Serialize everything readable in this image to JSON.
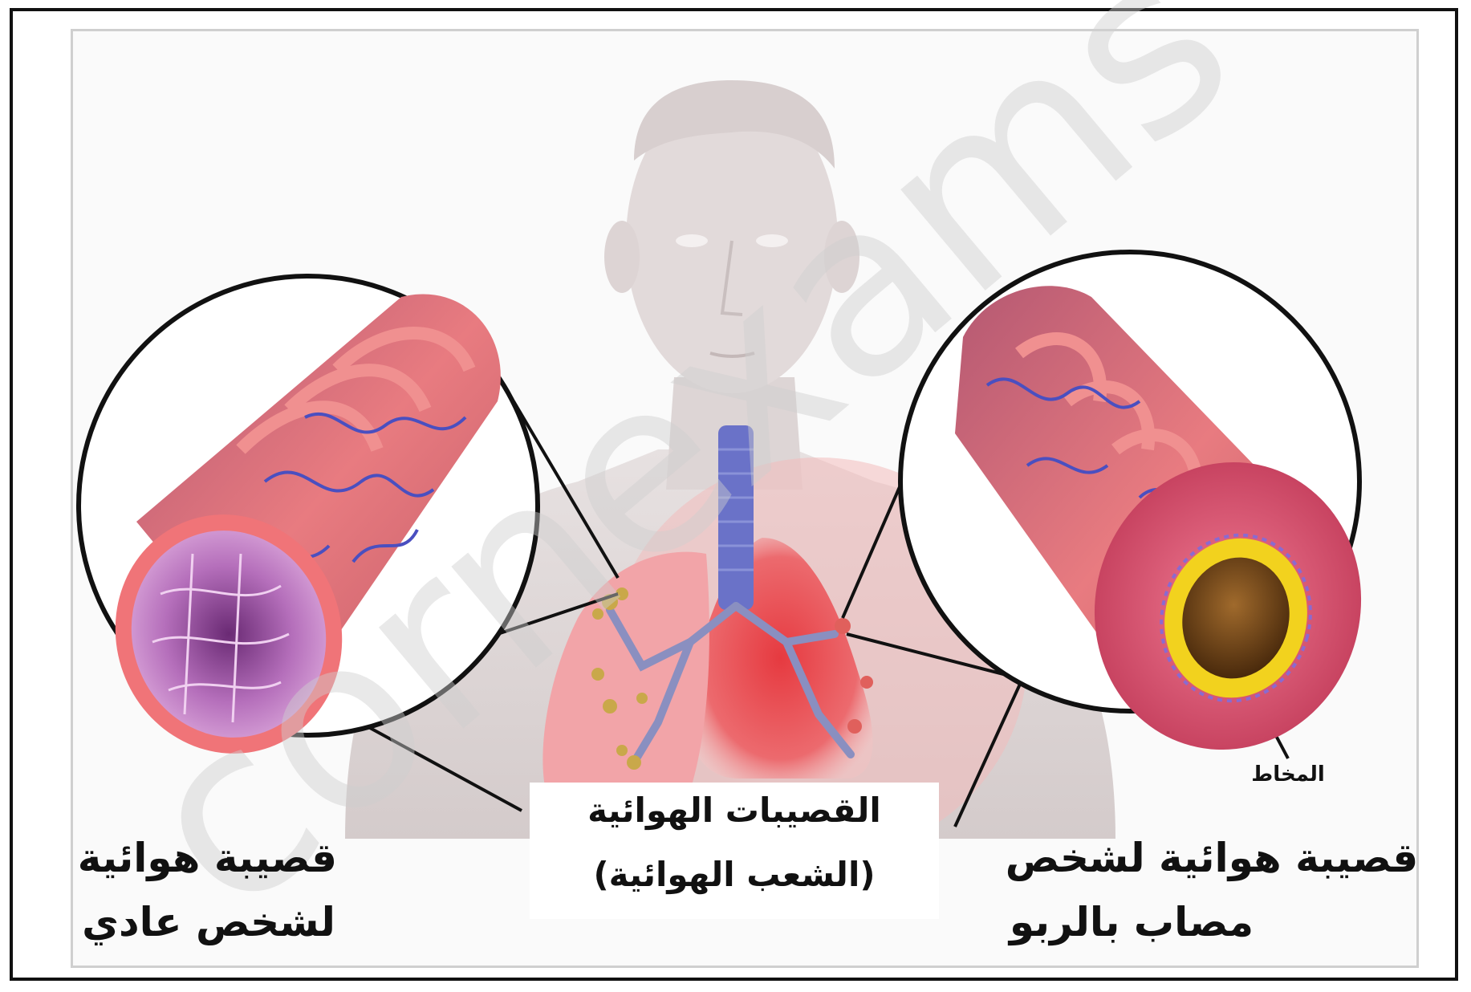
{
  "labels": {
    "normal_bronchiole_line1": "قصيبة هوائية",
    "normal_bronchiole_line2": "لشخص عادي",
    "bronchioles_line1": "القصيبات الهوائية",
    "bronchioles_line2": "(الشعب الهوائية)",
    "asthma_bronchiole_line1": "قصيبة هوائية لشخص",
    "asthma_bronchiole_line2": "مصاب بالربو",
    "mucus": "المخاط"
  },
  "watermark": {
    "text": "cornexams",
    "color": "#c8c8c8"
  },
  "colors": {
    "skin": "#e3dcdc",
    "lung_normal": "#f0a0a4",
    "lung_inflamed": "#e8454a",
    "tube_outer": "#e9767a",
    "tube_ring": "#f2888b",
    "vessels": "#4a4fc0",
    "lumen_normal": "#b16fb5",
    "mucus_ring": "#f2d21e",
    "lumen_asthma": "#7a4a18",
    "tissue_asthma": "#d9546f"
  }
}
